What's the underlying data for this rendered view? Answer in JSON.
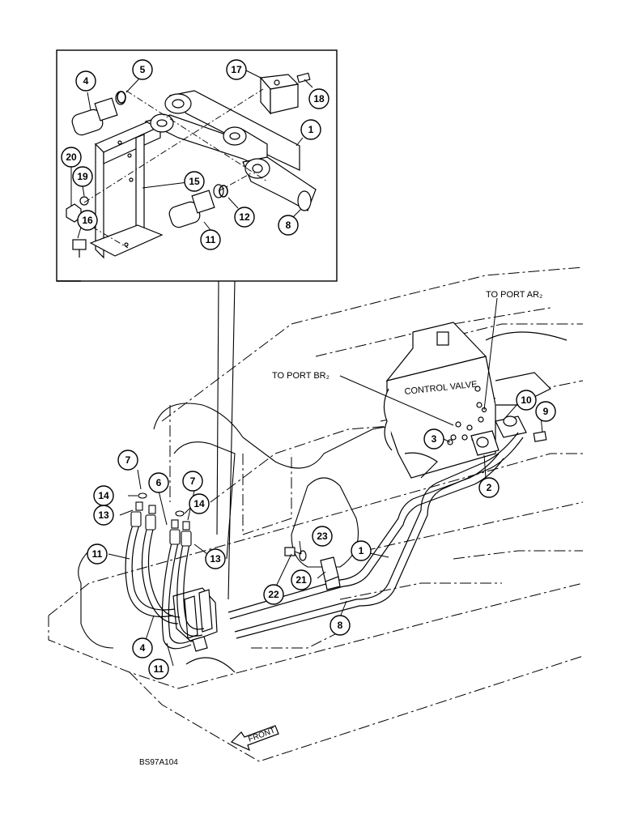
{
  "callouts": [
    {
      "id": "c1",
      "text": "1"
    },
    {
      "id": "c2",
      "text": "2"
    },
    {
      "id": "c3",
      "text": "3"
    },
    {
      "id": "c4a",
      "text": "4"
    },
    {
      "id": "c4b",
      "text": "4"
    },
    {
      "id": "c5",
      "text": "5"
    },
    {
      "id": "c6",
      "text": "6"
    },
    {
      "id": "c7a",
      "text": "7"
    },
    {
      "id": "c7b",
      "text": "7"
    },
    {
      "id": "c8a",
      "text": "8"
    },
    {
      "id": "c8b",
      "text": "8"
    },
    {
      "id": "c9",
      "text": "9"
    },
    {
      "id": "c10",
      "text": "10"
    },
    {
      "id": "c11a",
      "text": "11"
    },
    {
      "id": "c11b",
      "text": "11"
    },
    {
      "id": "c11c",
      "text": "11"
    },
    {
      "id": "c12",
      "text": "12"
    },
    {
      "id": "c13a",
      "text": "13"
    },
    {
      "id": "c13b",
      "text": "13"
    },
    {
      "id": "c14a",
      "text": "14"
    },
    {
      "id": "c14b",
      "text": "14"
    },
    {
      "id": "c15",
      "text": "15"
    },
    {
      "id": "c16",
      "text": "16"
    },
    {
      "id": "c17",
      "text": "17"
    },
    {
      "id": "c18",
      "text": "18"
    },
    {
      "id": "c19",
      "text": "19"
    },
    {
      "id": "c20",
      "text": "20"
    },
    {
      "id": "c21",
      "text": "21"
    },
    {
      "id": "c22",
      "text": "22"
    },
    {
      "id": "c23",
      "text": "23"
    },
    {
      "id": "c1b",
      "text": "1"
    }
  ],
  "labels": {
    "to_port_ar2": "TO PORT AR₂",
    "to_port_br2": "TO PORT BR₂",
    "control_valve": "CONTROL VALVE",
    "front": "FRONT",
    "figure_ref": "BS97A104"
  },
  "colors": {
    "ink": "#000000",
    "paper": "#ffffff"
  }
}
